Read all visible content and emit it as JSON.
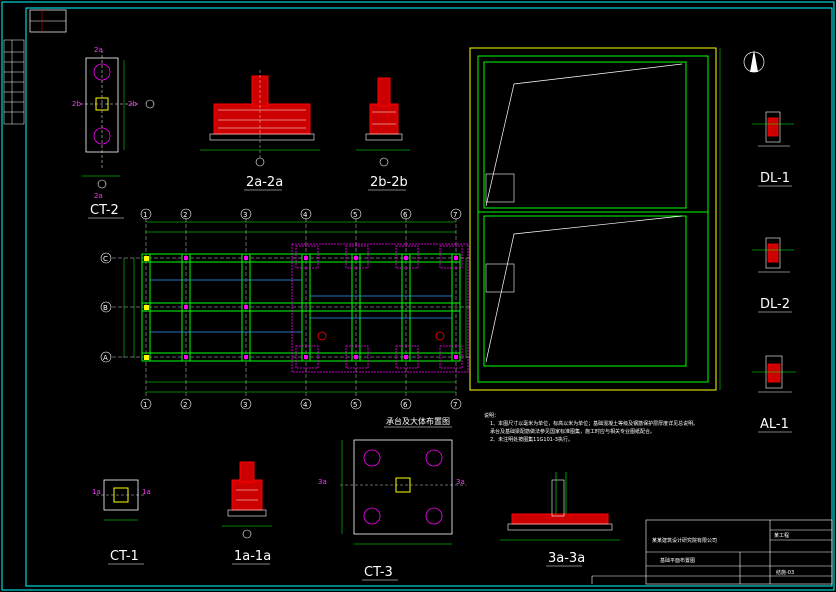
{
  "titles": {
    "ct2": "CT-2",
    "sec_2a": "2a-2a",
    "sec_2b": "2b-2b",
    "dl1": "DL-1",
    "dl2": "DL-2",
    "al1": "AL-1",
    "ct1": "CT-1",
    "sec_1a": "1a-1a",
    "ct3": "CT-3",
    "sec_3a": "3a-3a",
    "plan": "承台及大体布置图"
  },
  "tags": {
    "t2a_top": "2a",
    "t2b_left": "2b",
    "t2b_right": "2b",
    "t2a_bottom": "2a",
    "t1a_left": "1a",
    "t1a_right": "1a",
    "t3a_left": "3a",
    "t3a_right": "3a"
  },
  "grid": {
    "cols": [
      "1",
      "2",
      "3",
      "4",
      "5",
      "6",
      "7"
    ],
    "rows": [
      "C",
      "B",
      "A"
    ]
  },
  "notes": {
    "heading": "说明：",
    "line1": "1、本图尺寸以毫米为单位，标高以米为单位；基础混凝土等级及钢筋保护层厚度详见总说明。",
    "line2": "   承台及基础梁配筋做法参见国家标准图集，施工时应与相关专业图纸配合。",
    "line3": "2、未注明处按图集11G101-3执行。"
  },
  "titleblock": {
    "company": "某某建筑设计研究院有限公司",
    "project": "某工程",
    "drawing": "基础平面布置图",
    "number": "结施-03"
  },
  "colors": {
    "frame": "#00ffff",
    "green": "#00ff00",
    "yellow": "#ffff00",
    "red": "#ff0000",
    "magenta": "#ff00ff",
    "white": "#ffffff",
    "blue": "#3399ff"
  }
}
